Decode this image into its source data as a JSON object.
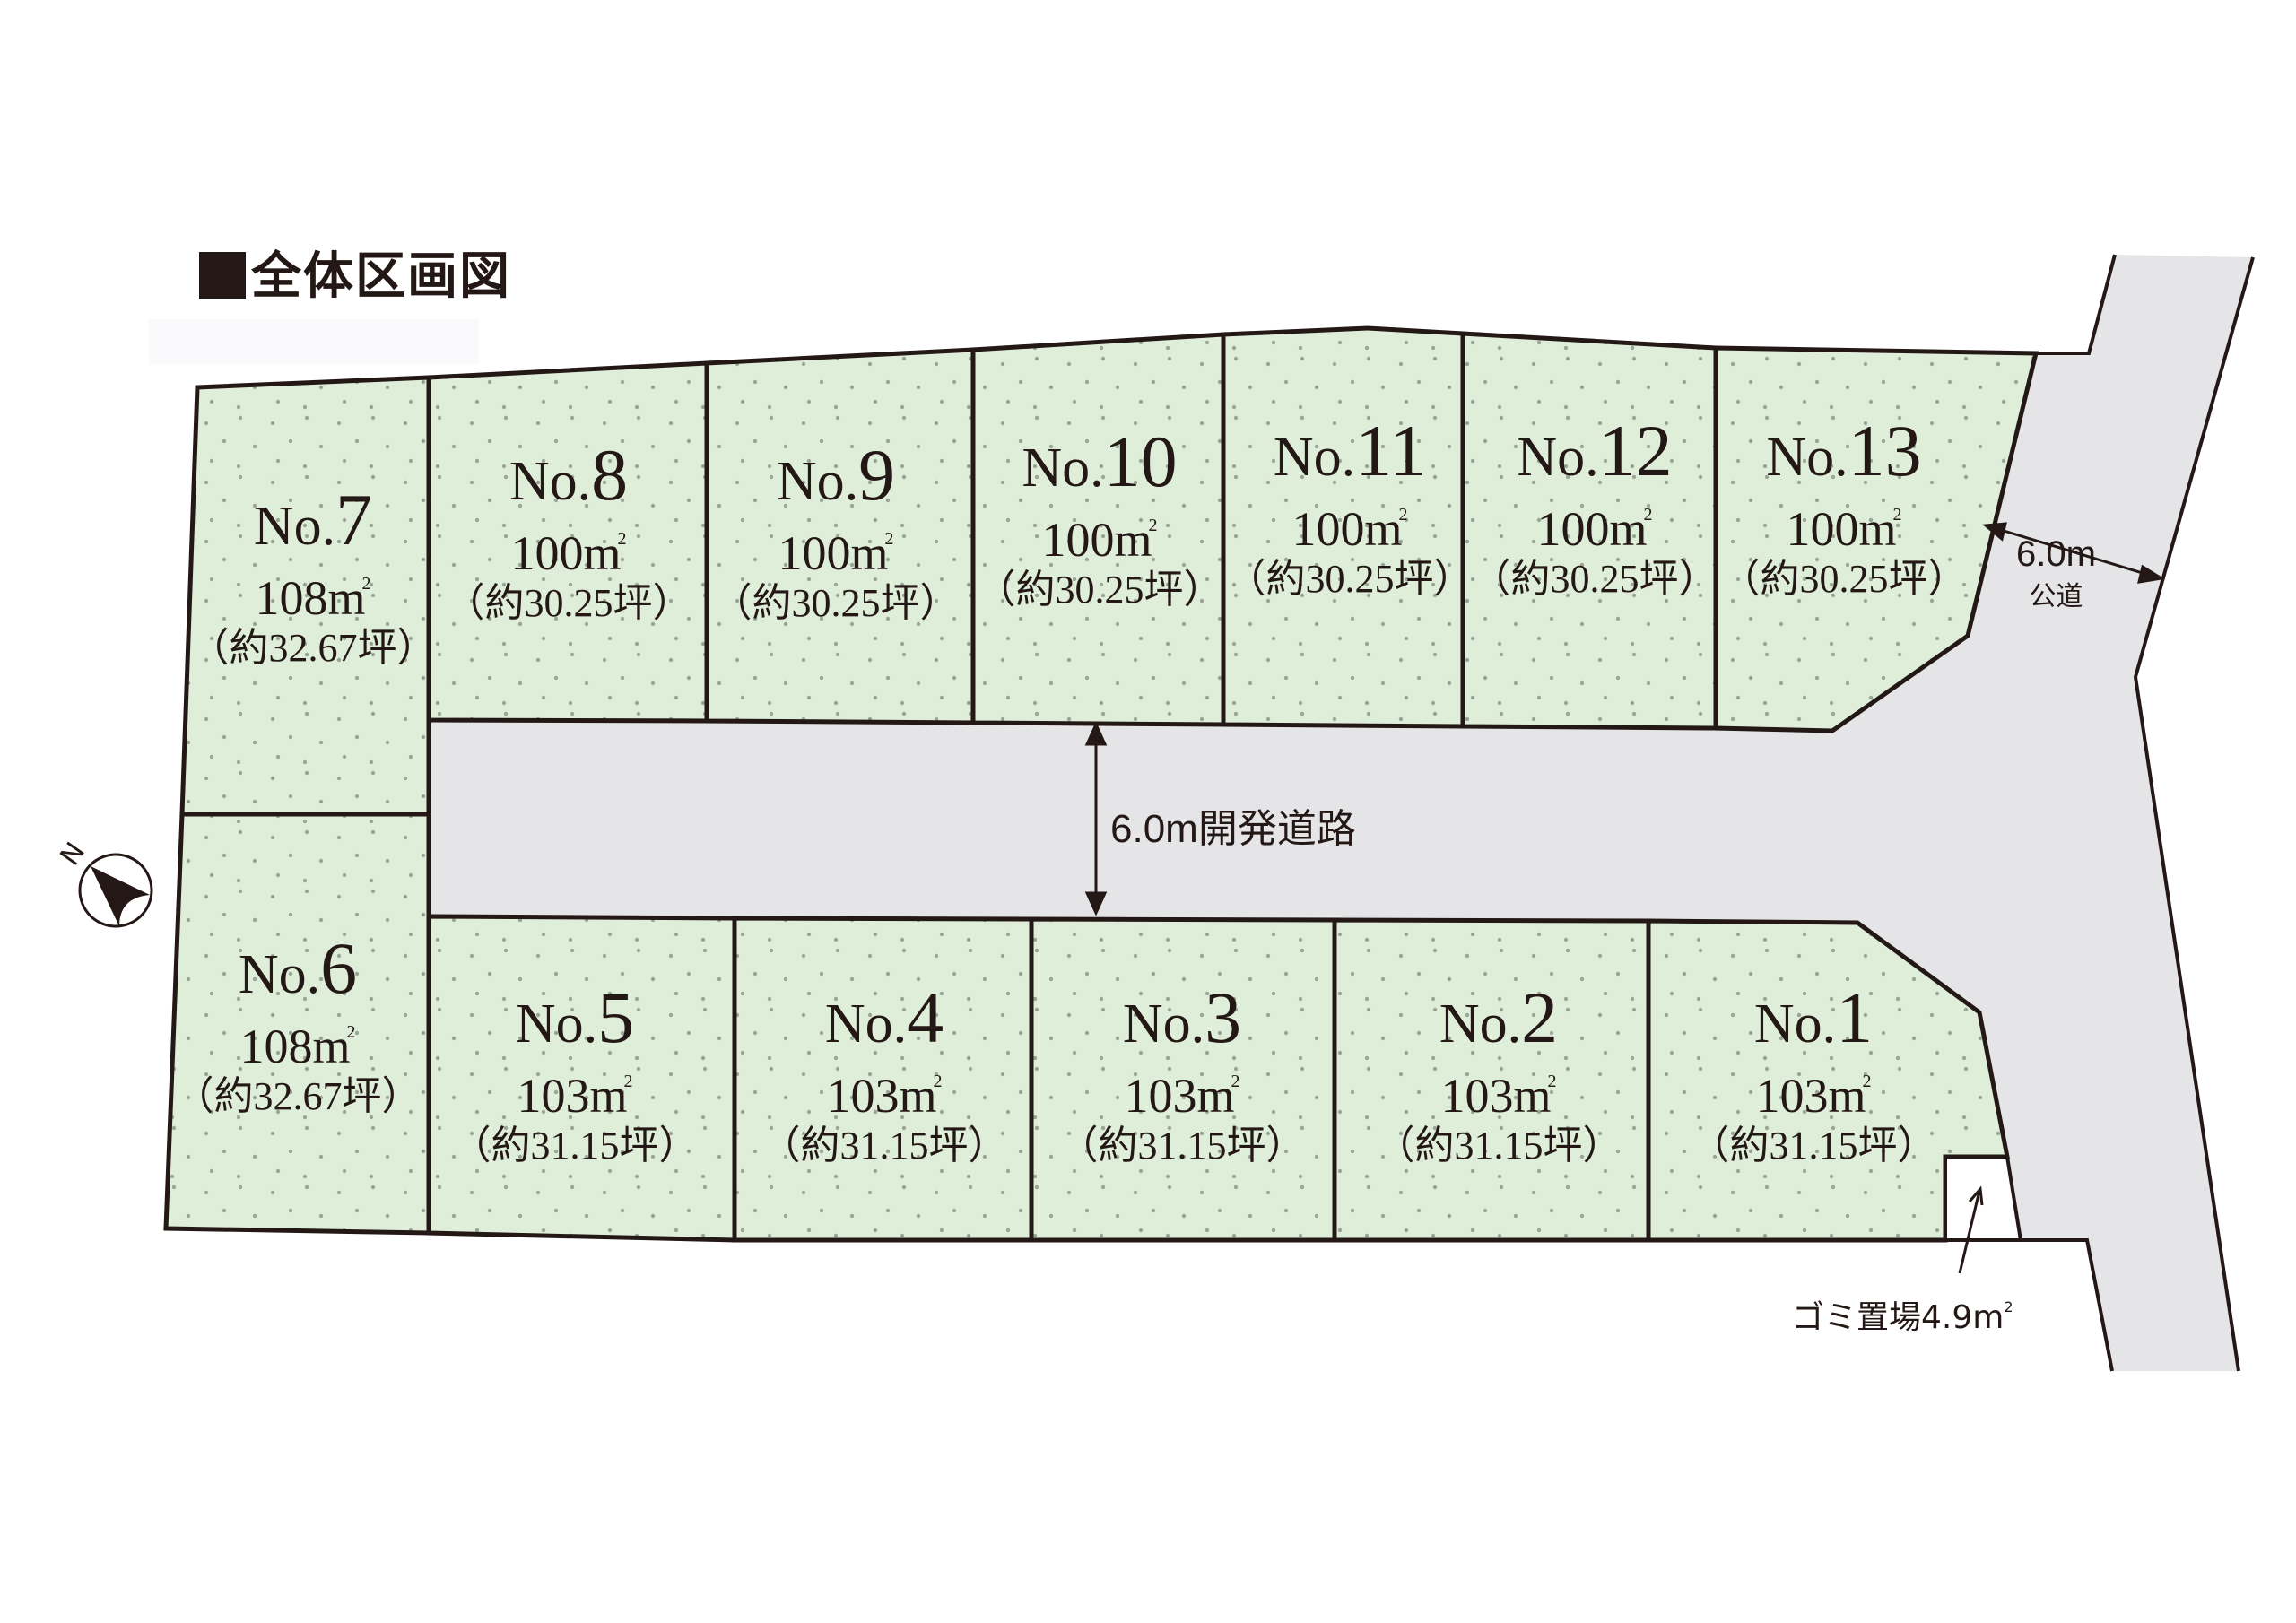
{
  "title": "全体区画図",
  "colors": {
    "lot_fill": "#dfeed9",
    "road_fill": "#e5e5e8",
    "outline": "#231815",
    "dot": "#9aa596"
  },
  "compass": {
    "label": "N",
    "icon": "north-arrow-icon"
  },
  "roads": {
    "development_road": "6.0m開発道路",
    "public_road_width": "6.0m",
    "public_road_label": "公道"
  },
  "garbage_area": {
    "label": "ゴミ置場4.9m",
    "unit_sup": "2"
  },
  "lots": [
    {
      "no_prefix": "No.",
      "no": "1",
      "area": "103m",
      "tsubo": "（約31.15坪）"
    },
    {
      "no_prefix": "No.",
      "no": "2",
      "area": "103m",
      "tsubo": "（約31.15坪）"
    },
    {
      "no_prefix": "No.",
      "no": "3",
      "area": "103m",
      "tsubo": "（約31.15坪）"
    },
    {
      "no_prefix": "No.",
      "no": "4",
      "area": "103m",
      "tsubo": "（約31.15坪）"
    },
    {
      "no_prefix": "No.",
      "no": "5",
      "area": "103m",
      "tsubo": "（約31.15坪）"
    },
    {
      "no_prefix": "No.",
      "no": "6",
      "area": "108m",
      "tsubo": "（約32.67坪）"
    },
    {
      "no_prefix": "No.",
      "no": "7",
      "area": "108m",
      "tsubo": "（約32.67坪）"
    },
    {
      "no_prefix": "No.",
      "no": "8",
      "area": "100m",
      "tsubo": "（約30.25坪）"
    },
    {
      "no_prefix": "No.",
      "no": "9",
      "area": "100m",
      "tsubo": "（約30.25坪）"
    },
    {
      "no_prefix": "No.",
      "no": "10",
      "area": "100m",
      "tsubo": "（約30.25坪）"
    },
    {
      "no_prefix": "No.",
      "no": "11",
      "area": "100m",
      "tsubo": "（約30.25坪）"
    },
    {
      "no_prefix": "No.",
      "no": "12",
      "area": "100m",
      "tsubo": "（約30.25坪）"
    },
    {
      "no_prefix": "No.",
      "no": "13",
      "area": "100m",
      "tsubo": "（約30.25坪）"
    }
  ],
  "area_sup": "2"
}
